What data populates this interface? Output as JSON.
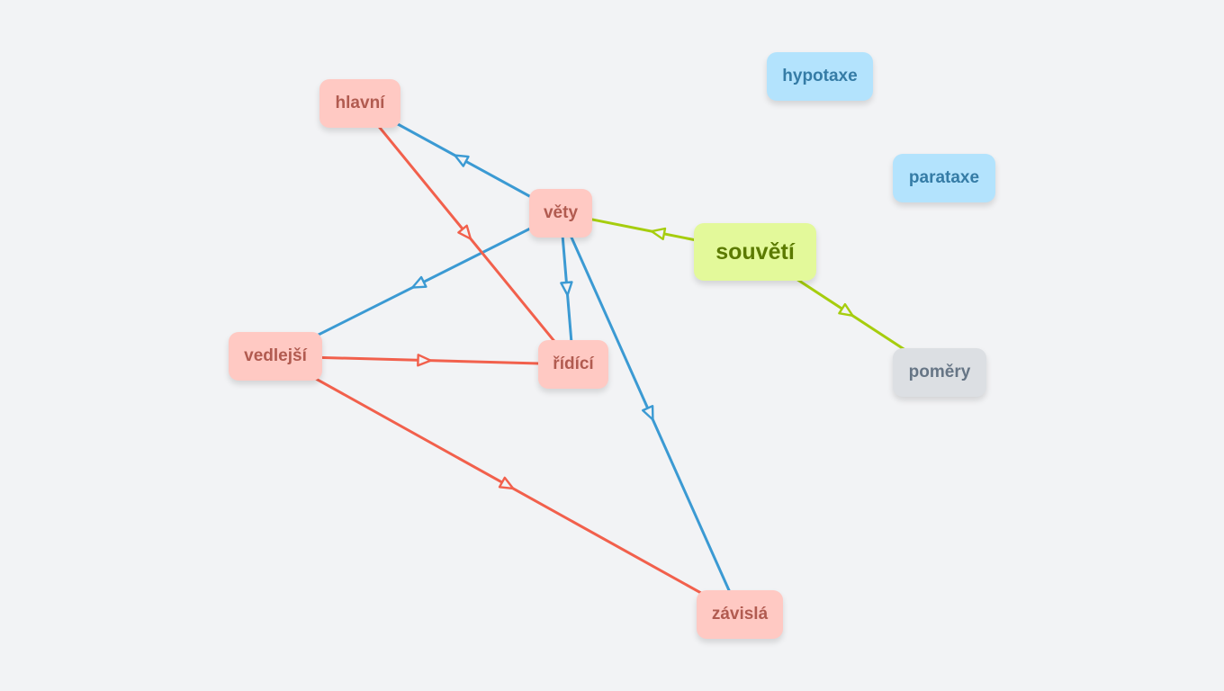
{
  "nodes": {
    "hlavni": {
      "label": "hlavní"
    },
    "vety": {
      "label": "věty"
    },
    "vedlejsi": {
      "label": "vedlejší"
    },
    "ridici": {
      "label": "řídící"
    },
    "zavisla": {
      "label": "závislá"
    },
    "souveti": {
      "label": "souvětí"
    },
    "pomery": {
      "label": "poměry"
    },
    "hypotaxe": {
      "label": "hypotaxe"
    },
    "parataxe": {
      "label": "parataxe"
    }
  },
  "edges": [
    {
      "from": "vety",
      "to": "hlavni",
      "color": "#3b9ad3"
    },
    {
      "from": "vety",
      "to": "vedlejsi",
      "color": "#3b9ad3"
    },
    {
      "from": "vety",
      "to": "ridici",
      "color": "#3b9ad3"
    },
    {
      "from": "vety",
      "to": "zavisla",
      "color": "#3b9ad3"
    },
    {
      "from": "hlavni",
      "to": "ridici",
      "color": "#f2604c"
    },
    {
      "from": "vedlejsi",
      "to": "ridici",
      "color": "#f2604c"
    },
    {
      "from": "vedlejsi",
      "to": "zavisla",
      "color": "#f2604c"
    },
    {
      "from": "souveti",
      "to": "vety",
      "color": "#a6cd0e"
    },
    {
      "from": "souveti",
      "to": "pomery",
      "color": "#a6cd0e"
    }
  ],
  "colors": {
    "background": "#f2f3f5",
    "red_node": "#ffc9c3",
    "blue_node": "#b3e3fd",
    "green_node": "#e3f99a",
    "gray_node": "#dcdfe3"
  }
}
